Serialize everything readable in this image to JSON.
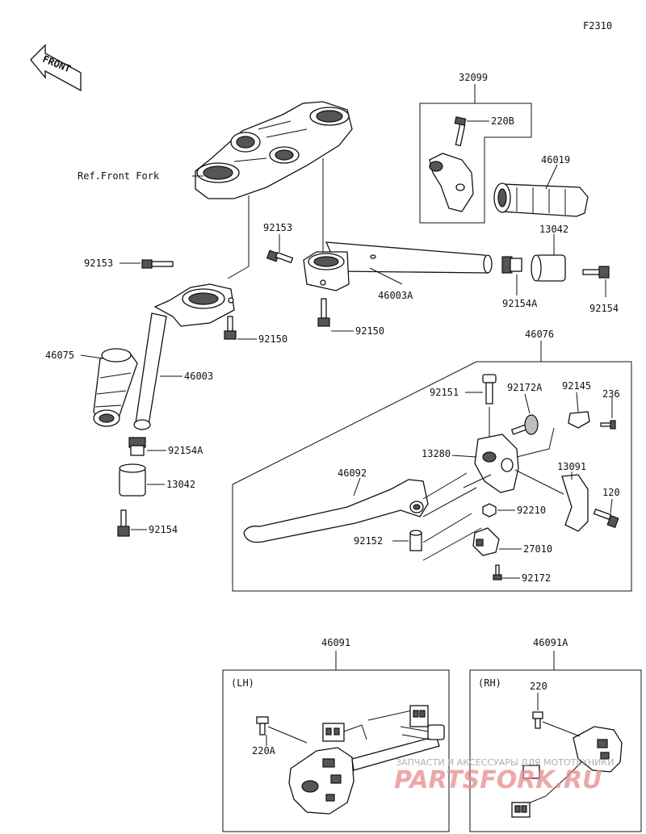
{
  "figure_code": "F2310",
  "front_label": "FRONT",
  "ref_label": "Ref.Front Fork",
  "parts": {
    "p32099": "32099",
    "p220B": "220B",
    "p46019": "46019",
    "p13042_right": "13042",
    "p92154A_right": "92154A",
    "p92154_right": "92154",
    "p92153_left": "92153",
    "p92153_mid": "92153",
    "p46003A": "46003A",
    "p92150_left": "92150",
    "p92150_mid": "92150",
    "p46075": "46075",
    "p46003": "46003",
    "p92154A_left": "92154A",
    "p13042_left": "13042",
    "p92154_left": "92154",
    "p46076": "46076",
    "p92151": "92151",
    "p92172A": "92172A",
    "p92145": "92145",
    "p236": "236",
    "p13280": "13280",
    "p13091": "13091",
    "p46092": "46092",
    "p120": "120",
    "p92210": "92210",
    "p92152": "92152",
    "p27010": "27010",
    "p92172": "92172",
    "p46091": "46091",
    "p46091A": "46091A",
    "lh_label": "(LH)",
    "rh_label": "(RH)",
    "p220A": "220A",
    "p220": "220"
  },
  "watermark": {
    "line1": "ЗАПЧАСТИ И АКСЕССУАРЫ ДЛЯ МОТОТЕХНИКИ",
    "line2": "PARTSFORK.RU"
  }
}
